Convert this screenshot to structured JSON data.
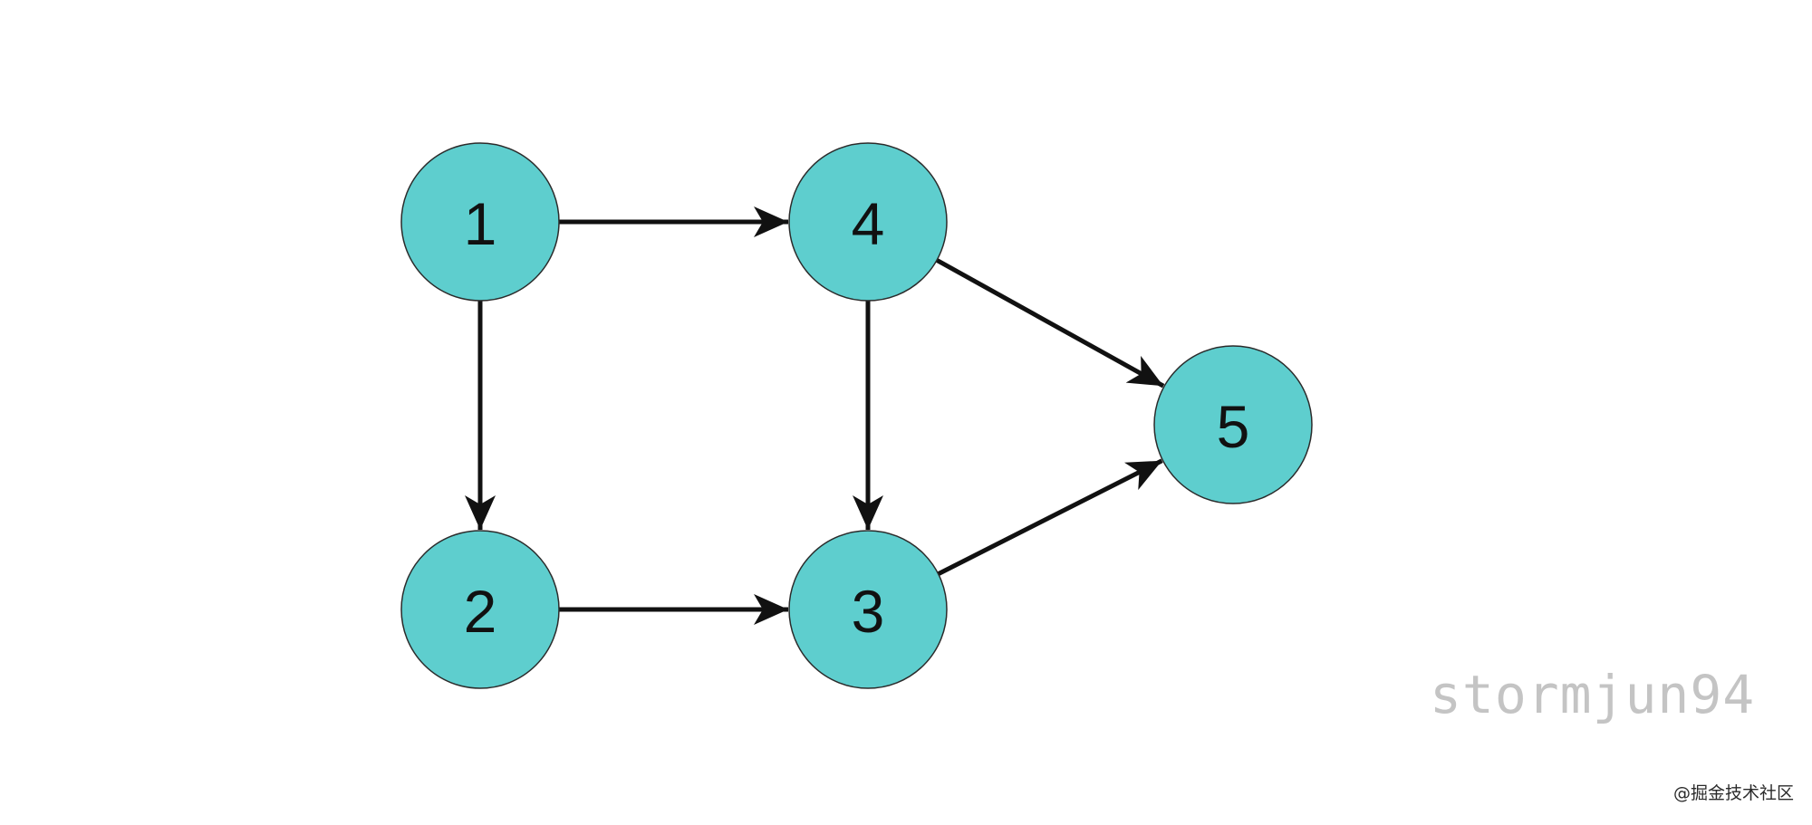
{
  "diagram": {
    "type": "directed-graph",
    "node_fill": "#5ECECE",
    "node_stroke": "#2B2B2B",
    "edge_color": "#111111",
    "nodes": [
      {
        "id": "1",
        "label": "1"
      },
      {
        "id": "4",
        "label": "4"
      },
      {
        "id": "2",
        "label": "2"
      },
      {
        "id": "3",
        "label": "3"
      },
      {
        "id": "5",
        "label": "5"
      }
    ],
    "edges": [
      {
        "from": "1",
        "to": "4"
      },
      {
        "from": "1",
        "to": "2"
      },
      {
        "from": "4",
        "to": "3"
      },
      {
        "from": "4",
        "to": "5"
      },
      {
        "from": "2",
        "to": "3"
      },
      {
        "from": "3",
        "to": "5"
      }
    ]
  },
  "watermark": "stormjun94",
  "source_mark": "@掘金技术社区"
}
